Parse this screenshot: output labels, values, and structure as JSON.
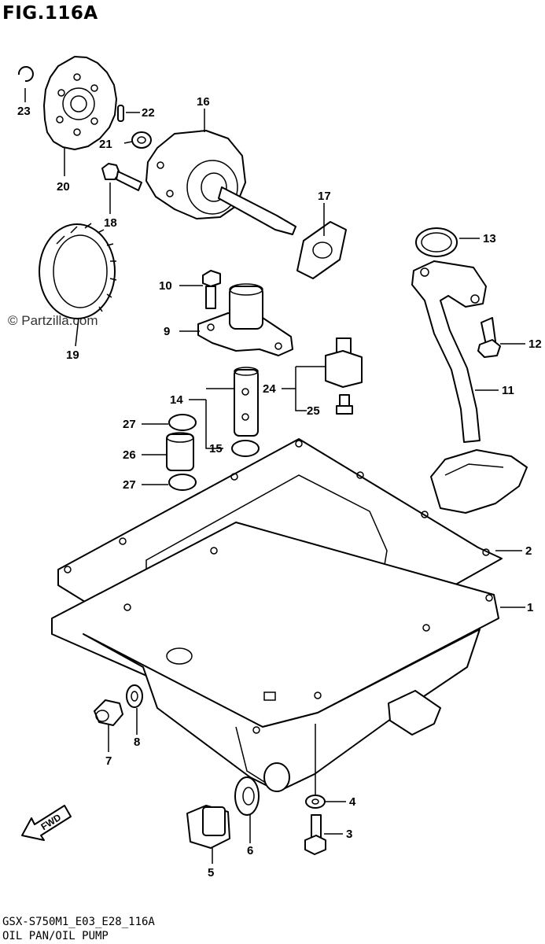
{
  "figure": {
    "title": "FIG.116A",
    "code": "GSX-S750M1_E03_E28_116A",
    "name": "OIL PAN/OIL PUMP",
    "watermark": "© Partzilla.com",
    "fwd_label": "FWD"
  },
  "callouts": [
    {
      "id": "1",
      "text": "1"
    },
    {
      "id": "2",
      "text": "2"
    },
    {
      "id": "3",
      "text": "3"
    },
    {
      "id": "4",
      "text": "4"
    },
    {
      "id": "5",
      "text": "5"
    },
    {
      "id": "6",
      "text": "6"
    },
    {
      "id": "7",
      "text": "7"
    },
    {
      "id": "8",
      "text": "8"
    },
    {
      "id": "9",
      "text": "9"
    },
    {
      "id": "10",
      "text": "10"
    },
    {
      "id": "11",
      "text": "11"
    },
    {
      "id": "12",
      "text": "12"
    },
    {
      "id": "13",
      "text": "13"
    },
    {
      "id": "14",
      "text": "14"
    },
    {
      "id": "15",
      "text": "15"
    },
    {
      "id": "16",
      "text": "16"
    },
    {
      "id": "17",
      "text": "17"
    },
    {
      "id": "18",
      "text": "18"
    },
    {
      "id": "19",
      "text": "19"
    },
    {
      "id": "20",
      "text": "20"
    },
    {
      "id": "21",
      "text": "21"
    },
    {
      "id": "22",
      "text": "22"
    },
    {
      "id": "23",
      "text": "23"
    },
    {
      "id": "24",
      "text": "24"
    },
    {
      "id": "25",
      "text": "25"
    },
    {
      "id": "26",
      "text": "26"
    },
    {
      "id": "27a",
      "text": "27"
    },
    {
      "id": "27b",
      "text": "27"
    }
  ]
}
